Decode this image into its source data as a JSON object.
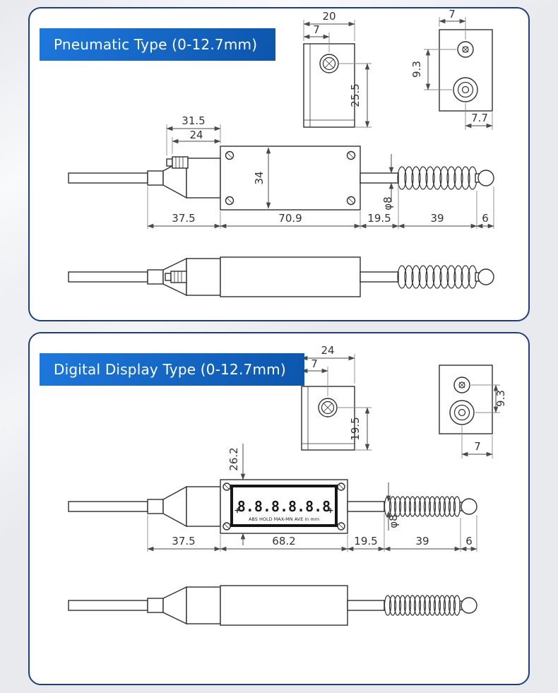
{
  "colors": {
    "page_bg": "#e8eaee",
    "panel_border": "#1d3f7d",
    "label_bg_start": "#1e78dc",
    "label_bg_end": "#0c55ab"
  },
  "panels": [
    {
      "title": "Pneumatic Type (0-12.7mm)",
      "dims": {
        "front_width": "20",
        "front_hole_offset": "7",
        "front_height": "25.5",
        "side_hole_offset": "7",
        "side_spacing": "9.3",
        "side_edge": "7.7",
        "fitting_len_outer": "31.5",
        "fitting_len_inner": "24",
        "body_height": "34",
        "stem_dia": "φ8",
        "cable_section": "37.5",
        "body_len": "70.9",
        "stem_len": "19.5",
        "spring_len": "39",
        "tip_len": "6"
      }
    },
    {
      "title": "Digital Display Type (0-12.7mm)",
      "dims": {
        "front_width": "24",
        "front_hole_offset": "7",
        "front_height": "19.5",
        "side_spacing": "9.3",
        "side_edge": "7",
        "body_height": "26.2",
        "stem_dia": "φ8",
        "cable_section": "37.5",
        "body_len": "68.2",
        "stem_len": "19.5",
        "spring_len": "39",
        "tip_len": "6"
      },
      "lcd": {
        "digits": "8.8.8.8.8.8",
        "plus_left": "+",
        "plus_right": "+",
        "status_labels": "ABS HOLD MAX-MN AVE in mm"
      }
    }
  ]
}
